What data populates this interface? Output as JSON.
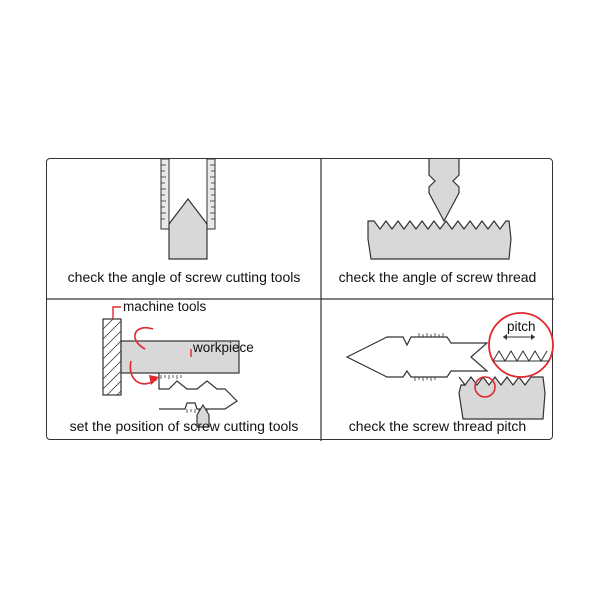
{
  "panels": [
    {
      "caption": "check the angle of screw cutting tools"
    },
    {
      "caption": "check the angle of screw thread"
    },
    {
      "caption": "set the position of screw cutting tools",
      "labels": {
        "machine_tools": "machine tools",
        "workpiece": "workpiece"
      }
    },
    {
      "caption": "check the screw thread pitch",
      "labels": {
        "pitch": "pitch"
      }
    }
  ],
  "colors": {
    "outline": "#333333",
    "fill": "#d8d8d8",
    "accent": "#e0282e"
  }
}
